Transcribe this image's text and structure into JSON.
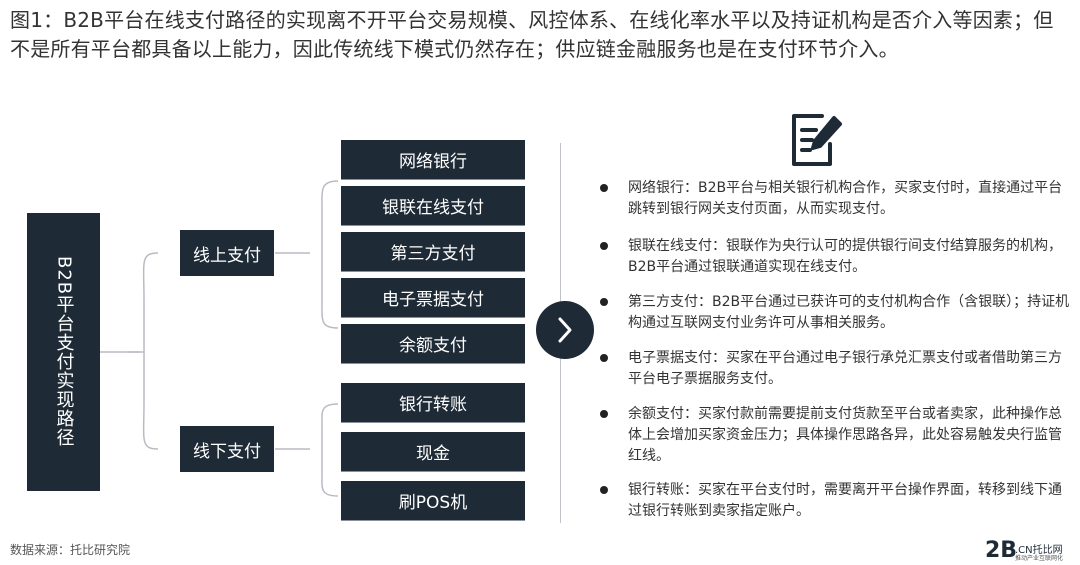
{
  "title": "图1：B2B平台在线支付路径的实现离不开平台交易规模、风控体系、在线化率水平以及持证机构是否介入等因素；但不是所有平台都具备以上能力，因此传统线下模式仍然存在；供应链金融服务也是在支付环节介入。",
  "root": "B2B平台支付实现路径",
  "online": {
    "label": "线上支付",
    "items": [
      "网络银行",
      "银联在线支付",
      "第三方支付",
      "电子票据支付",
      "余额支付"
    ]
  },
  "offline": {
    "label": "线下支付",
    "items": [
      "银行转账",
      "现金",
      "刷POS机"
    ]
  },
  "descriptions": [
    "网络银行：B2B平台与相关银行机构合作，买家支付时，直接通过平台跳转到银行网关支付页面，从而实现支付。",
    "银联在线支付：银联作为央行认可的提供银行间支付结算服务的机构，B2B平台通过银联通道实现在线支付。",
    "第三方支付：B2B平台通过已获许可的支付机构合作（含银联）；持证机构通过互联网支付业务许可从事相关服务。",
    "电子票据支付：买家在平台通过电子银行承兑汇票支付或者借助第三方平台电子票据服务支付。",
    "余额支付：买家付款前需要提前支付货款至平台或者卖家，此种操作总体上会增加买家资金压力；具体操作思路各异，此处容易触发央行监管红线。",
    "银行转账：买家在平台支付时，需要离开平台操作界面，转移到线下通过银行转账到卖家指定账户。"
  ],
  "source": "数据来源：托比研究院",
  "logo": {
    "main": "2B",
    "site": ".CN托比网",
    "tagline": "推动产业互联网化"
  },
  "icons": {
    "document": "edit-document-icon",
    "arrow": "chevron-right-icon"
  },
  "colors": {
    "box": "#1e2a36",
    "line": "#b8bcc2"
  }
}
